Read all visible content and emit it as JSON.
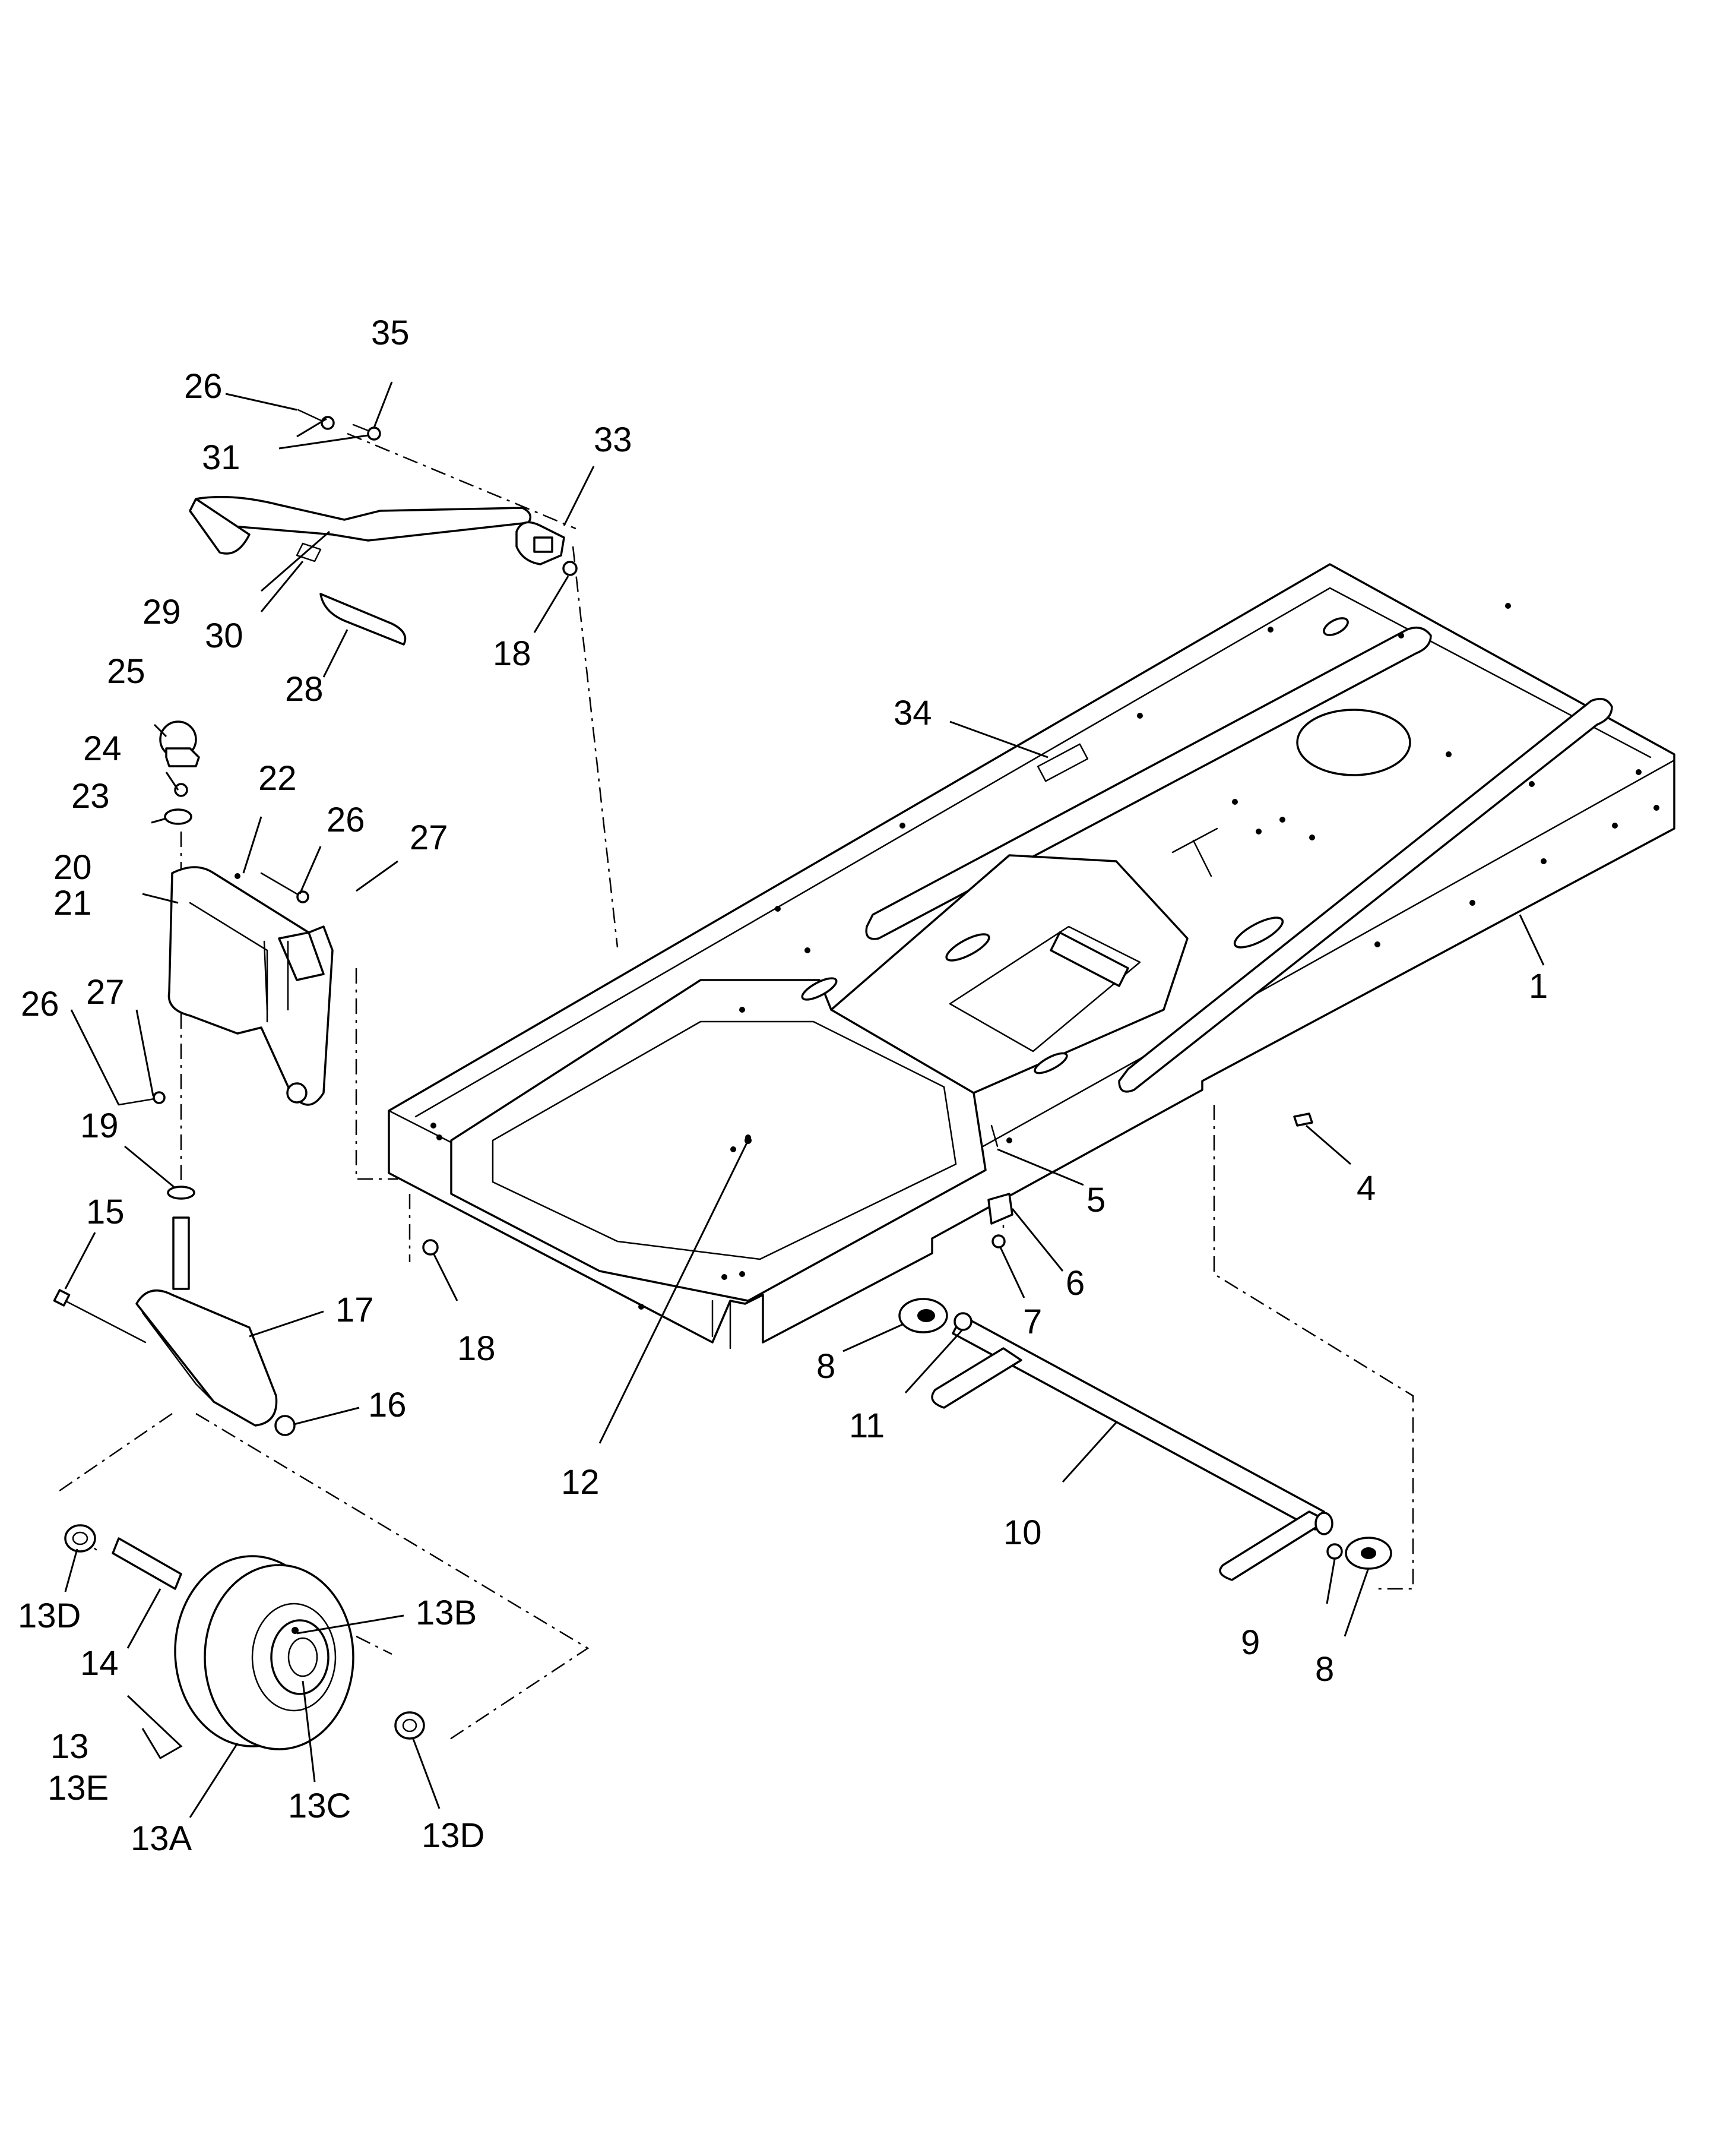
{
  "callouts": {
    "c1": "1",
    "c4": "4",
    "c5": "5",
    "c6": "6",
    "c7": "7",
    "c8a": "8",
    "c8b": "8",
    "c9": "9",
    "c10": "10",
    "c11": "11",
    "c12": "12",
    "c13": "13",
    "c13a": "13A",
    "c13b": "13B",
    "c13c": "13C",
    "c13d_left": "13D",
    "c13d_right": "13D",
    "c13e": "13E",
    "c14": "14",
    "c15": "15",
    "c16": "16",
    "c17": "17",
    "c18_top": "18",
    "c18_bottom": "18",
    "c19": "19",
    "c20": "20",
    "c21": "21",
    "c22": "22",
    "c23": "23",
    "c24": "24",
    "c25": "25",
    "c26_top": "26",
    "c26_mid": "26",
    "c26_left": "26",
    "c27_mid": "27",
    "c27_left": "27",
    "c28": "28",
    "c29": "29",
    "c30": "30",
    "c31": "31",
    "c33": "33",
    "c34": "34",
    "c35": "35"
  }
}
